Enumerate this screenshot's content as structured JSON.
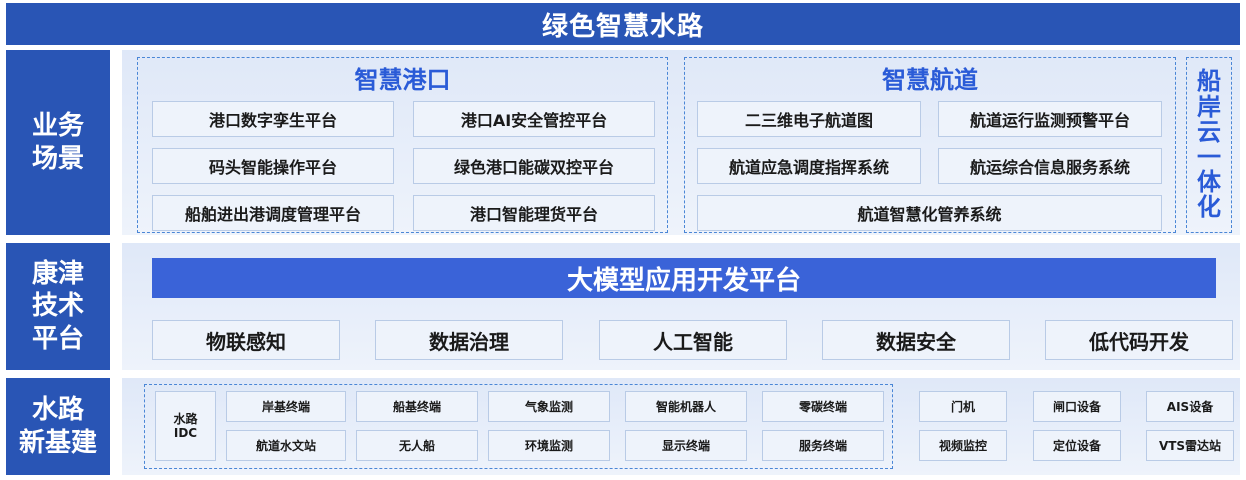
{
  "title": "绿色智慧水路",
  "layers": {
    "business": {
      "label_lines": [
        "业务",
        "场景"
      ],
      "port": {
        "title": "智慧港口",
        "items": [
          "港口数字孪生平台",
          "港口AI安全管控平台",
          "码头智能操作平台",
          "绿色港口能碳双控平台",
          "船舶进出港调度管理平台",
          "港口智能理货平台"
        ]
      },
      "waterway": {
        "title": "智慧航道",
        "items": [
          "二三维电子航道图",
          "航道运行监测预警平台",
          "航道应急调度指挥系统",
          "航运综合信息服务系统",
          "航道智慧化管养系统"
        ]
      },
      "side_vertical": [
        "船",
        "岸",
        "云",
        "一",
        "体",
        "化"
      ]
    },
    "tech": {
      "label_lines": [
        "康津",
        "技术",
        "平台"
      ],
      "platform": "大模型应用开发平台",
      "capabilities": [
        "物联感知",
        "数据治理",
        "人工智能",
        "数据安全",
        "低代码开发"
      ]
    },
    "infra": {
      "label_lines": [
        "水路",
        "新基建"
      ],
      "idc_lines": [
        "水路",
        "IDC"
      ],
      "grid_items": [
        "岸基终端",
        "船基终端",
        "气象监测",
        "智能机器人",
        "零碳终端",
        "航道水文站",
        "无人船",
        "环境监测",
        "显示终端",
        "服务终端"
      ],
      "devices": [
        "门机",
        "闸口设备",
        "AIS设备",
        "视频监控",
        "定位设备",
        "VTS雷达站"
      ]
    }
  },
  "colors": {
    "primary": "#2955b5",
    "platform": "#3a63d8",
    "accent_text": "#2a5bd7",
    "box_fill": "#eef3fb",
    "dash_border": "#4a86d6"
  }
}
